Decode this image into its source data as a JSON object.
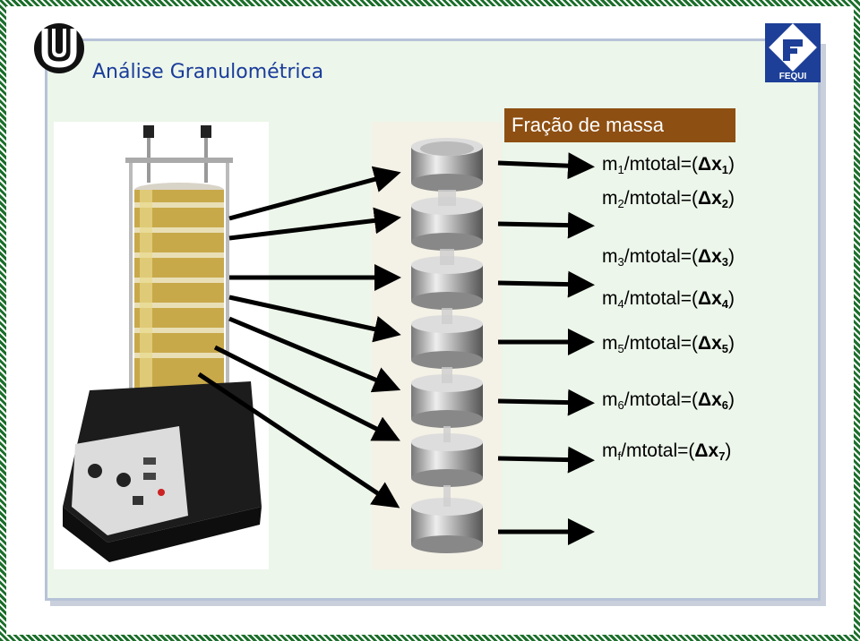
{
  "slide": {
    "title": "Análise Granulométrica",
    "header_box": "Fração de massa",
    "logo_right_text": "FEQUI"
  },
  "fractions": [
    {
      "m": "m",
      "m_sub": "1",
      "mid": "/mtotal=(",
      "delta": "Δx",
      "x_sub": "1",
      "close": ")"
    },
    {
      "m": "m",
      "m_sub": "2",
      "mid": "/mtotal=(",
      "delta": "Δx",
      "x_sub": "2",
      "close": ")"
    },
    {
      "m": "m",
      "m_sub": "3",
      "mid": "/mtotal=(",
      "delta": "Δx",
      "x_sub": "3",
      "close": ")"
    },
    {
      "m": "m",
      "m_sub": "4",
      "mid": "/mtotal=(",
      "delta": "Δx",
      "x_sub": "4",
      "close": ")"
    },
    {
      "m": "m",
      "m_sub": "5",
      "mid": "/mtotal=(",
      "delta": "Δx",
      "x_sub": "5",
      "close": ")"
    },
    {
      "m": "m",
      "m_sub": "6",
      "mid": "/mtotal=(",
      "delta": "Δx",
      "x_sub": "6",
      "close": ")"
    },
    {
      "m": "m",
      "m_sub": "f",
      "mid": "/mtotal=(",
      "delta": "Δx",
      "x_sub": "7",
      "close": ")"
    }
  ],
  "colors": {
    "title": "#1a3c9a",
    "header_bg": "#8e4f12",
    "panel_bg": "#ecf6ea",
    "border_green": "#1b6e2a"
  }
}
